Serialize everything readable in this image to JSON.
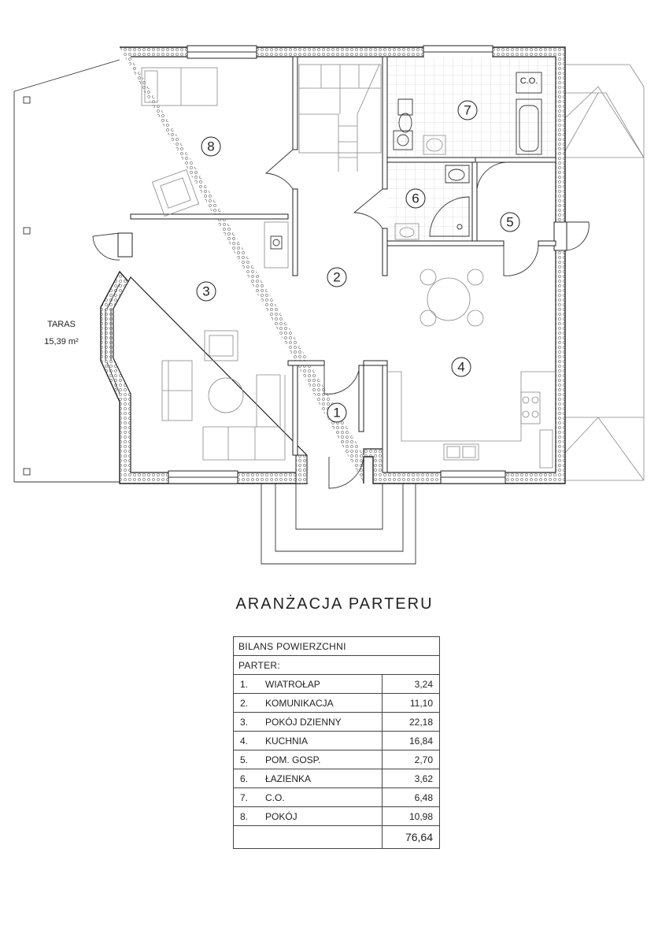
{
  "plan": {
    "terrace_label": "TARAS",
    "terrace_area": "15,39 m²",
    "co_label": "C.O.",
    "room_numbers": [
      "1",
      "2",
      "3",
      "4",
      "5",
      "6",
      "7",
      "8"
    ]
  },
  "title": "ARANŻACJA  PARTERU",
  "table": {
    "header": "BILANS POWIERZCHNI",
    "section": "PARTER:",
    "rows": [
      {
        "num": "1.",
        "name": "WIATROŁAP",
        "area": "3,24"
      },
      {
        "num": "2.",
        "name": "KOMUNIKACJA",
        "area": "11,10"
      },
      {
        "num": "3.",
        "name": "POKÓJ DZIENNY",
        "area": "22,18"
      },
      {
        "num": "4.",
        "name": "KUCHNIA",
        "area": "16,84"
      },
      {
        "num": "5.",
        "name": "POM. GOSP.",
        "area": "2,70"
      },
      {
        "num": "6.",
        "name": "ŁAZIENKA",
        "area": "3,62"
      },
      {
        "num": "7.",
        "name": "C.O.",
        "area": "6,48"
      },
      {
        "num": "8.",
        "name": "POKÓJ",
        "area": "10,98"
      }
    ],
    "total": "76,64"
  }
}
